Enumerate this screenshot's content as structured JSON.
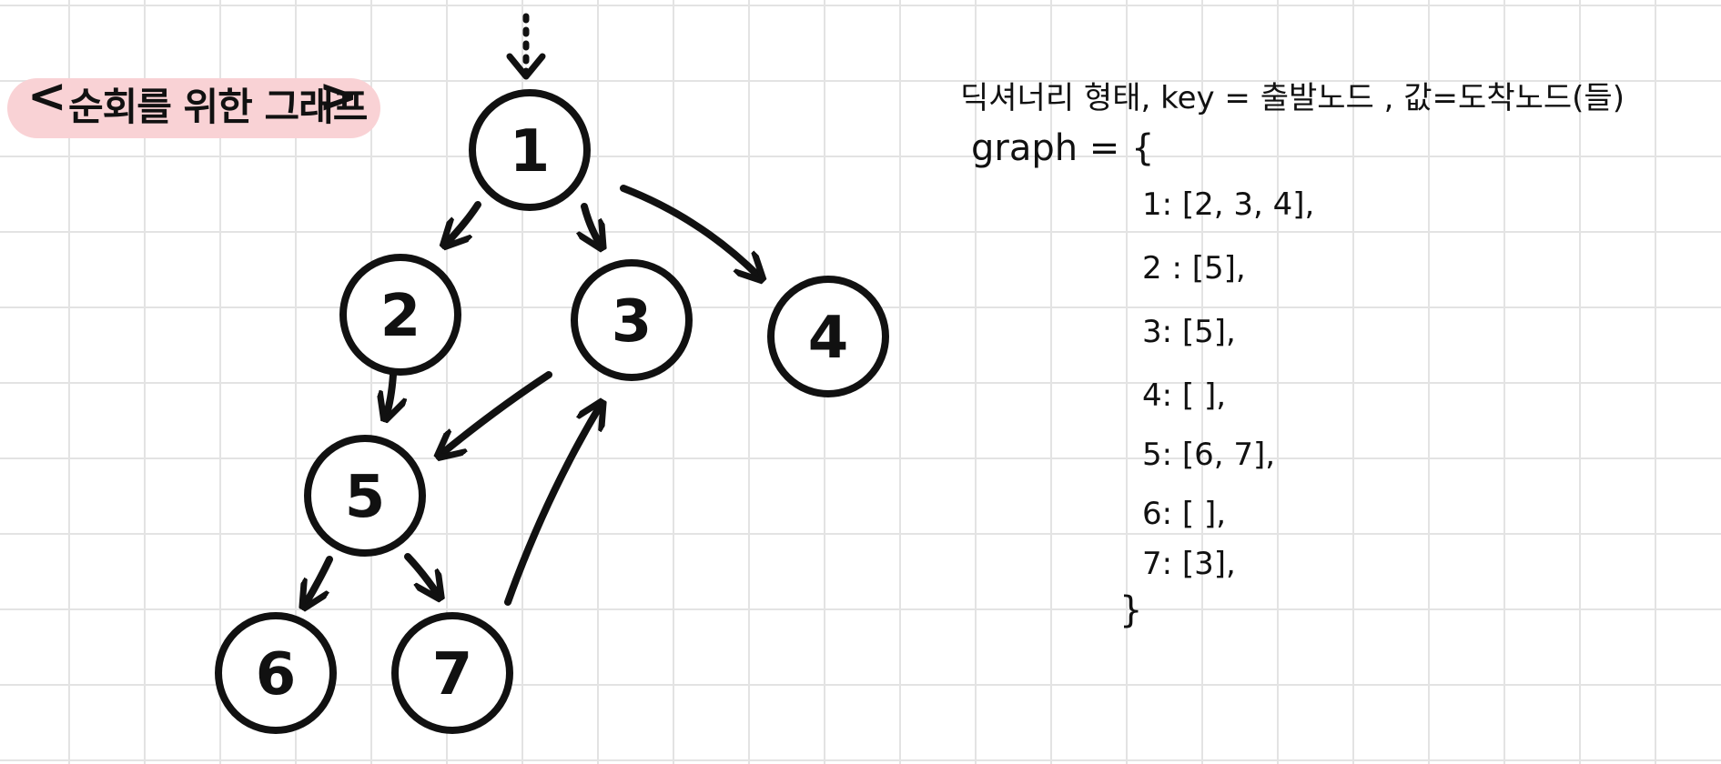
{
  "title": {
    "left_bracket": "<",
    "text": "순회를 위한 그래프",
    "right_bracket": ">"
  },
  "graph_nodes": [
    "1",
    "2",
    "3",
    "4",
    "5",
    "6",
    "7"
  ],
  "code": {
    "description": "딕셔너리 형태, key = 출발노드 , 값=도착노드(들)",
    "open": "graph = {",
    "entries": [
      "1: [2, 3, 4],",
      "2 : [5],",
      "3: [5],",
      "4: [ ],",
      "5: [6, 7],",
      "6: [ ],",
      "7: [3],"
    ],
    "close": "}"
  },
  "colors": {
    "ink": "#111111",
    "title_highlight": "#f9d2d5",
    "grid": "#e3e3e3"
  }
}
